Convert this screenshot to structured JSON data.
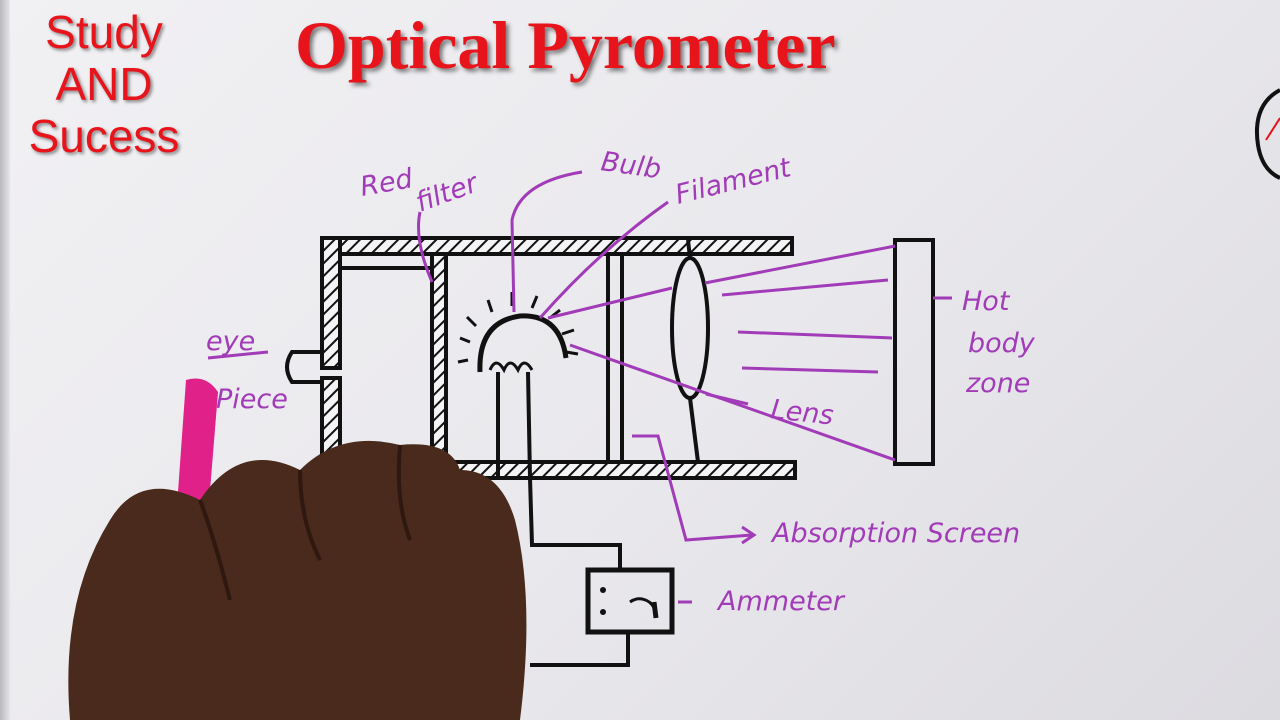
{
  "channel": {
    "line1": "Study",
    "line2": "AND",
    "line3": "Sucess"
  },
  "title": "Optical Pyrometer",
  "labels": {
    "red_filter_1": "Red",
    "red_filter_2": "filter",
    "bulb": "Bulb",
    "filament": "Filament",
    "eyepiece_1": "eye",
    "eyepiece_2": "Piece",
    "hot_body_1": "Hot",
    "hot_body_2": "body",
    "hot_body_3": "zone",
    "lens": "Lens",
    "absorption_screen": "Absorption Screen",
    "ammeter": "Ammeter"
  },
  "colors": {
    "title_red": "#e8141b",
    "marker_purple": "#a13bb8",
    "ink": "#111111",
    "skin": "#4a2a1c",
    "marker_pink": "#e0218a"
  }
}
